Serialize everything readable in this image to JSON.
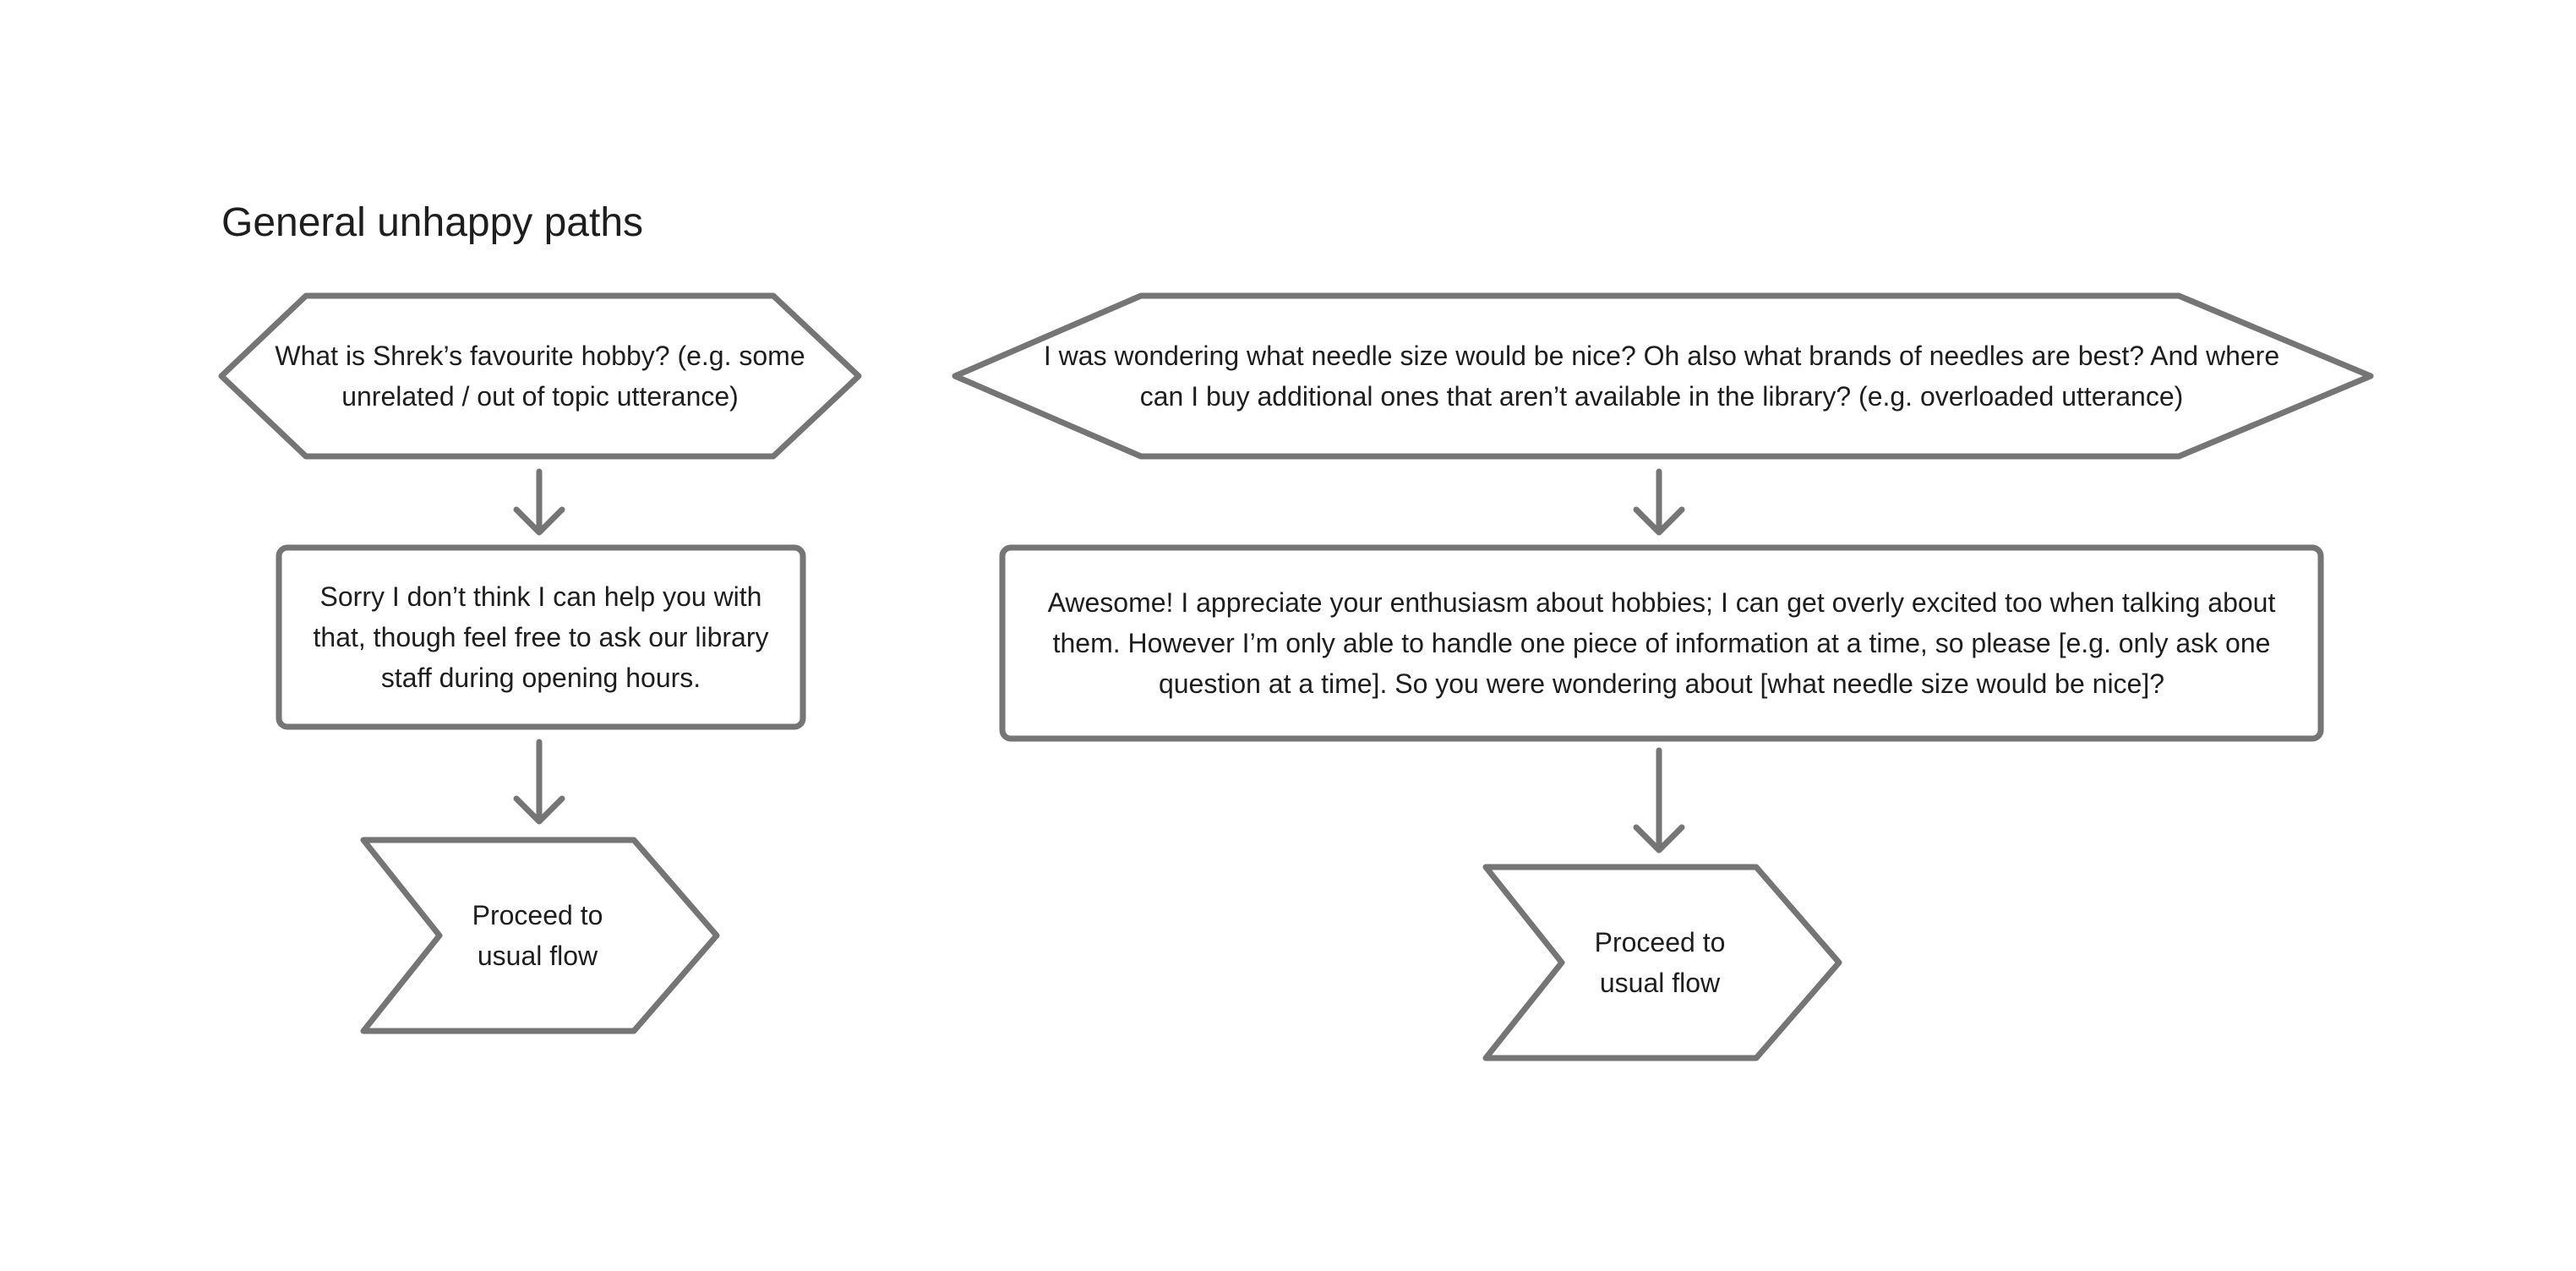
{
  "title": "General unhappy paths",
  "colors": {
    "stroke": "#757575",
    "text": "#1e1e1e",
    "background": "#ffffff"
  },
  "flows": [
    {
      "utterance": "What is Shrek’s favourite hobby? (e.g. some unrelated / out of topic utterance)",
      "response": "Sorry I don’t think I can help you with that, though feel free to ask our library staff during opening hours.",
      "next_step": "Proceed to usual flow"
    },
    {
      "utterance": "I was wondering what needle size would be nice? Oh also what brands of needles are best? And where can I buy additional ones that aren’t available in the library? (e.g. overloaded utterance)",
      "response": "Awesome! I appreciate your enthusiasm about hobbies; I can get overly excited too when talking about them. However I’m only able to handle one piece of information at a time, so please [e.g. only ask one question at a time]. So you were wondering about [what needle size would be nice]?",
      "next_step": "Proceed to usual flow"
    }
  ]
}
